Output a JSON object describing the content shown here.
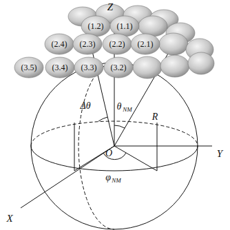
{
  "diagram": {
    "nodes": [
      {
        "text": [
          "(1.2)"
        ]
      },
      {
        "text": [
          "(1.1)"
        ]
      },
      {
        "text": [
          "(2.4)"
        ]
      },
      {
        "text": [
          "(2.3)"
        ]
      },
      {
        "text": [
          "(2.2)"
        ]
      },
      {
        "text": [
          "(2.1)"
        ]
      },
      {
        "text": [
          "(3.5)"
        ]
      },
      {
        "text": [
          "(3.4)"
        ]
      },
      {
        "text": [
          "(3.3)"
        ]
      },
      {
        "text": [
          "(3.2)"
        ]
      }
    ],
    "labels": [
      "Z",
      "Δθ",
      "θ",
      "NM",
      "R",
      "O",
      "Y",
      "X",
      "φ",
      "NM"
    ]
  }
}
